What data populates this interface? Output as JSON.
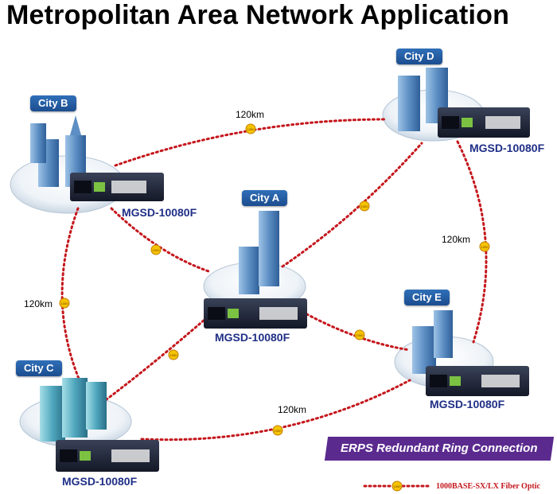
{
  "title": "Metropolitan Area Network Application",
  "cities": [
    {
      "id": "A",
      "label": "City A",
      "device": "MGSD-10080F"
    },
    {
      "id": "B",
      "label": "City B",
      "device": "MGSD-10080F"
    },
    {
      "id": "C",
      "label": "City C",
      "device": "MGSD-10080F"
    },
    {
      "id": "D",
      "label": "City D",
      "device": "MGSD-10080F"
    },
    {
      "id": "E",
      "label": "City E",
      "device": "MGSD-10080F"
    }
  ],
  "links": [
    {
      "from": "B",
      "to": "D",
      "distance": "120km",
      "badge": "1000"
    },
    {
      "from": "B",
      "to": "C",
      "distance": "120km",
      "badge": "1000"
    },
    {
      "from": "D",
      "to": "E",
      "distance": "120km",
      "badge": "1000"
    },
    {
      "from": "C",
      "to": "E",
      "distance": "120km",
      "badge": "1000"
    },
    {
      "from": "A",
      "to": "B",
      "distance": "",
      "badge": "1000"
    },
    {
      "from": "A",
      "to": "D",
      "distance": "",
      "badge": "1000"
    },
    {
      "from": "A",
      "to": "C",
      "distance": "",
      "badge": "1000"
    },
    {
      "from": "A",
      "to": "E",
      "distance": "",
      "badge": "1000"
    }
  ],
  "banner": "ERPS Redundant Ring Connection",
  "legend": {
    "badge": "1000",
    "label": "1000BASE-SX/LX Fiber Optic"
  },
  "colors": {
    "fiber": "#c4161c",
    "badge": "#f5c400",
    "banner": "#5b2a8f",
    "device_label": "#1f2f86",
    "city_badge": "#2f6fb8"
  }
}
